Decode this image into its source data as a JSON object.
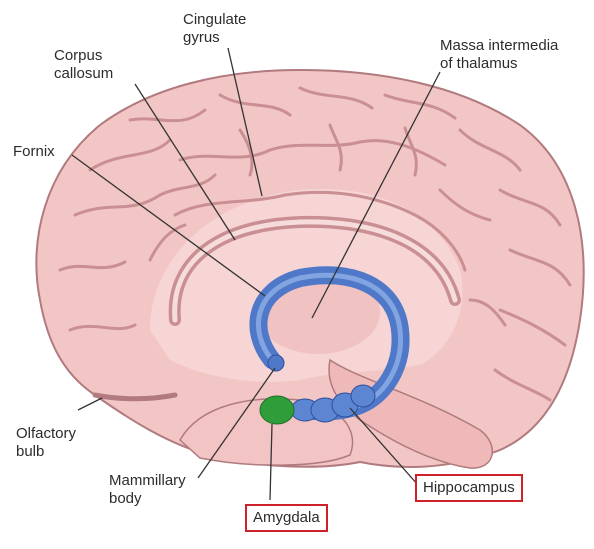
{
  "labels": {
    "cingulate_gyrus": [
      "Cingulate",
      "gyrus"
    ],
    "corpus_callosum": [
      "Corpus",
      "callosum"
    ],
    "massa_intermedia": [
      "Massa intermedia",
      "of thalamus"
    ],
    "fornix": "Fornix",
    "olfactory_bulb": [
      "Olfactory",
      "bulb"
    ],
    "mammillary_body": [
      "Mammillary",
      "body"
    ],
    "amygdala": "Amygdala",
    "hippocampus": "Hippocampus"
  },
  "colors": {
    "cortex": "#f3c6c6",
    "sulcus": "#c98f92",
    "outline": "#b07a7e",
    "fornix": "#4f78c8",
    "fornix_edge": "#2c4f9c",
    "hippocampus": "#5c86d2",
    "amygdala": "#2f9e3a",
    "highlight_box": "#d0202a",
    "leader_line": "#333333"
  }
}
